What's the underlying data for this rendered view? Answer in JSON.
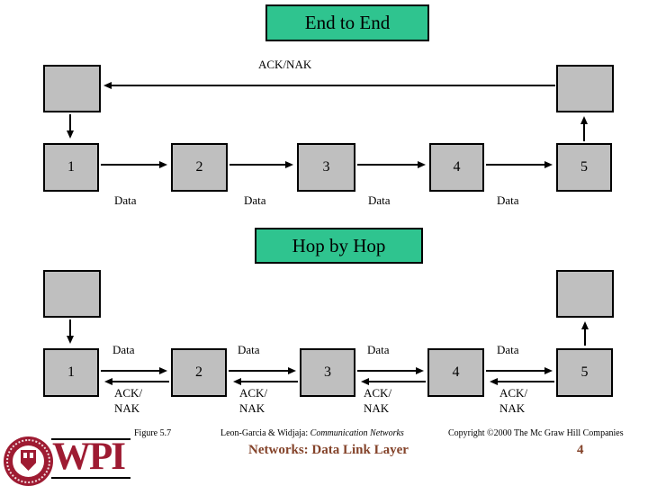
{
  "slide": {
    "end_to_end": {
      "title": "End to End",
      "ack_label": "ACK/NAK",
      "nodes": [
        "1",
        "2",
        "3",
        "4",
        "5"
      ],
      "data_labels": [
        "Data",
        "Data",
        "Data",
        "Data"
      ]
    },
    "hop_by_hop": {
      "title": "Hop by Hop",
      "nodes": [
        "1",
        "2",
        "3",
        "4",
        "5"
      ],
      "data_labels": [
        "Data",
        "Data",
        "Data",
        "Data"
      ],
      "ack_labels": [
        {
          "line1": "ACK/",
          "line2": "NAK"
        },
        {
          "line1": "ACK/",
          "line2": "NAK"
        },
        {
          "line1": "ACK/",
          "line2": "NAK"
        },
        {
          "line1": "ACK/",
          "line2": "NAK"
        }
      ]
    },
    "footer": {
      "figure": "Figure 5.7",
      "attribution": "Leon-Garcia & Widjaja:",
      "book_title": "Communication Networks",
      "copyright": "Copyright ©2000 The Mc Graw Hill Companies",
      "course": "Networks: Data Link Layer",
      "page_number": "4",
      "logo_text": "WPI"
    },
    "colors": {
      "title_box_fill": "#2FC48F",
      "node_box_fill": "#BFBFBF",
      "footer_accent": "#84432A",
      "wpi_maroon": "#9E1B32"
    }
  }
}
